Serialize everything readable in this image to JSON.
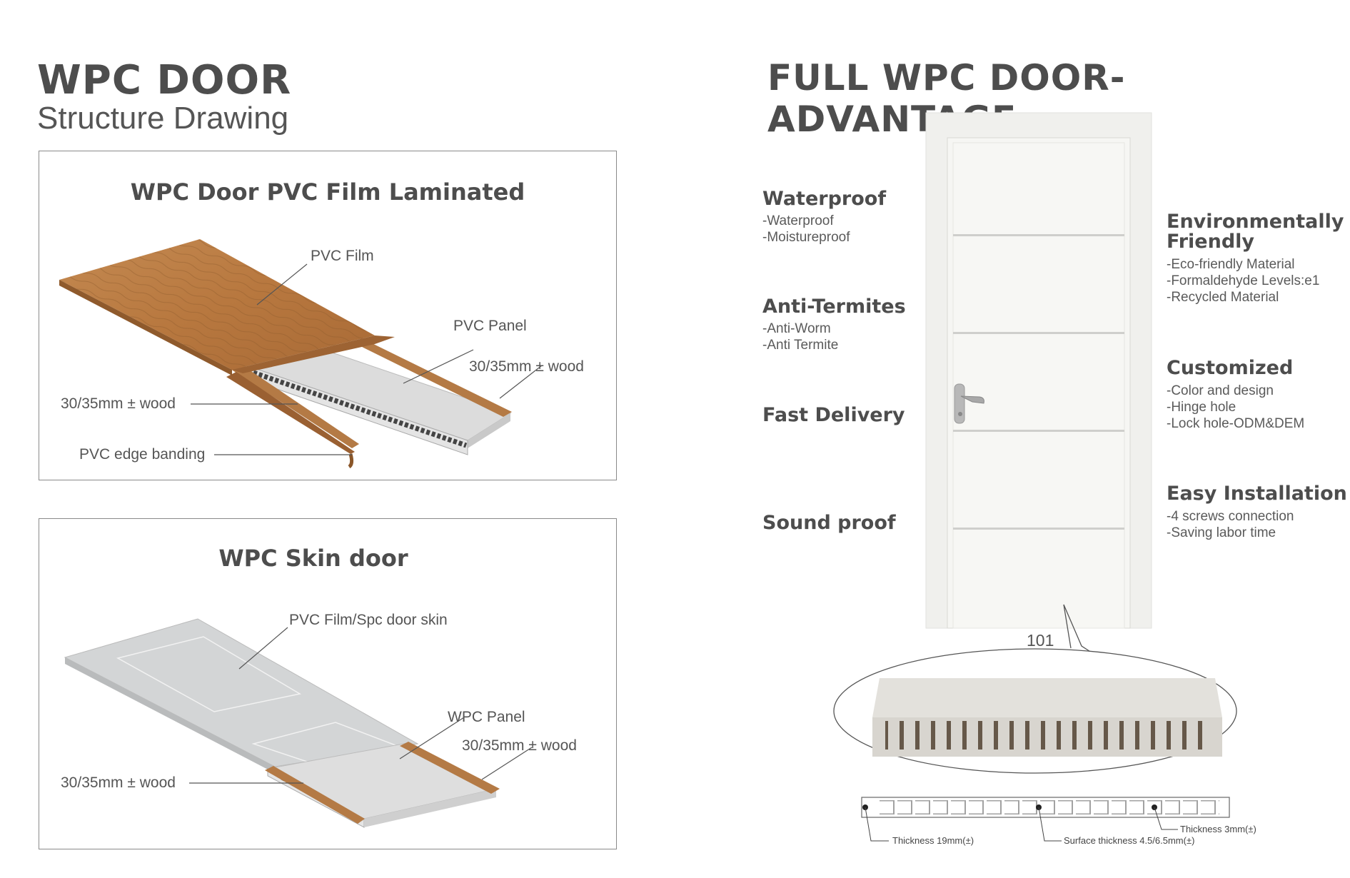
{
  "left": {
    "title": "WPC DOOR",
    "subtitle": "Structure Drawing",
    "laminated": {
      "title": "WPC Door PVC Film Laminated",
      "labels": {
        "pvc_film": "PVC Film",
        "pvc_panel": "PVC Panel",
        "wood_right": "30/35mm ± wood",
        "wood_left": "30/35mm ± wood",
        "edge_banding": "PVC edge banding"
      }
    },
    "skin": {
      "title": "WPC Skin door",
      "labels": {
        "skin": "PVC Film/Spc door skin",
        "wpc_panel": "WPC Panel",
        "wood_right": "30/35mm ± wood",
        "wood_left": "30/35mm ± wood"
      }
    }
  },
  "right": {
    "title": "FULL WPC DOOR-ADVANTAGE",
    "features_left": [
      {
        "heading": "Waterproof",
        "items": [
          "-Waterproof",
          "-Moistureproof"
        ]
      },
      {
        "heading": "Anti-Termites",
        "items": [
          "-Anti-Worm",
          "-Anti Termite"
        ]
      },
      {
        "heading": "Fast Delivery",
        "items": []
      },
      {
        "heading": "Sound proof",
        "items": []
      }
    ],
    "features_right": [
      {
        "heading": "Environmentally",
        "heading2": "Friendly",
        "items": [
          "-Eco-friendly Material",
          "-Formaldehyde Levels:e1",
          "-Recycled Material"
        ]
      },
      {
        "heading": "Customized",
        "items": [
          "-Color and design",
          "-Hinge hole",
          "-Lock hole-ODM&DEM"
        ]
      },
      {
        "heading": "Easy Installation",
        "items": [
          "-4 screws connection",
          "-Saving labor time"
        ]
      }
    ],
    "model_number": "101",
    "profile_labels": {
      "thickness_19": "Thickness 19mm(±)",
      "surface": "Surface thickness 4.5/6.5mm(±)",
      "thickness_3": "Thickness 3mm(±)"
    }
  },
  "colors": {
    "text_dark": "#4d4d4d",
    "wood": "#b47a45",
    "panel_gray": "#dcdcdc",
    "door_white": "#f4f4f1"
  }
}
